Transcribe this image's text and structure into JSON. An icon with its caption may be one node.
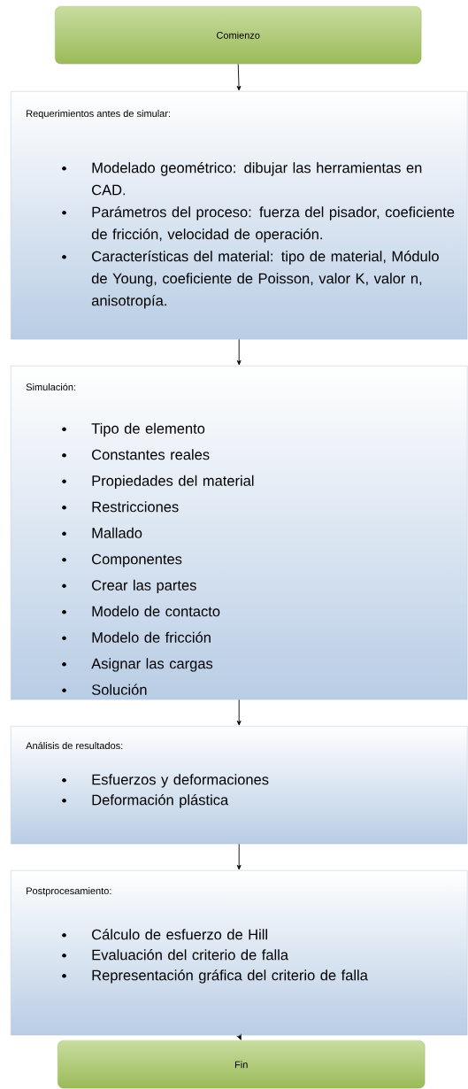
{
  "diagram": {
    "nodes": [
      {
        "text": [
          "Comienzo"
        ]
      },
      {
        "text": [
          "Requerimientos antes de simular:",
          "Modelado geométrico: dibujar las herramientas en CAD.",
          "Parámetros del proceso: fuerza del pisador, coeficiente de fricción, velocidad de operación.",
          "Características del material: tipo de material, Módulo de Young, coeficiente de Poisson, valor K, valor n, anisotropía."
        ]
      },
      {
        "text": [
          "Simulación:",
          "Tipo de elemento",
          "Constantes reales",
          "Propiedades del material",
          "Restricciones",
          "Mallado",
          "Componentes",
          "Crear las partes",
          "Modelo de contacto",
          "Modelo de fricción",
          "Asignar las cargas",
          "Solución"
        ]
      },
      {
        "text": [
          "Análisis de resultados:",
          "Esfuerzos y deformaciones",
          "Deformación plástica"
        ]
      },
      {
        "text": [
          "Postprocesamiento:",
          "Cálculo de esfuerzo de Hill",
          "Evaluación del criterio de falla",
          "Representación gráfica del criterio de falla"
        ]
      },
      {
        "text": [
          "Fin"
        ]
      }
    ],
    "edges": [
      {
        "from": 0,
        "to": 1,
        "arrow": "to"
      },
      {
        "from": 1,
        "to": 2,
        "arrow": "to"
      },
      {
        "from": 2,
        "to": 3,
        "arrow": "to"
      },
      {
        "from": 3,
        "to": 4,
        "arrow": "to"
      },
      {
        "from": 4,
        "to": 5,
        "arrow": "to"
      }
    ]
  }
}
